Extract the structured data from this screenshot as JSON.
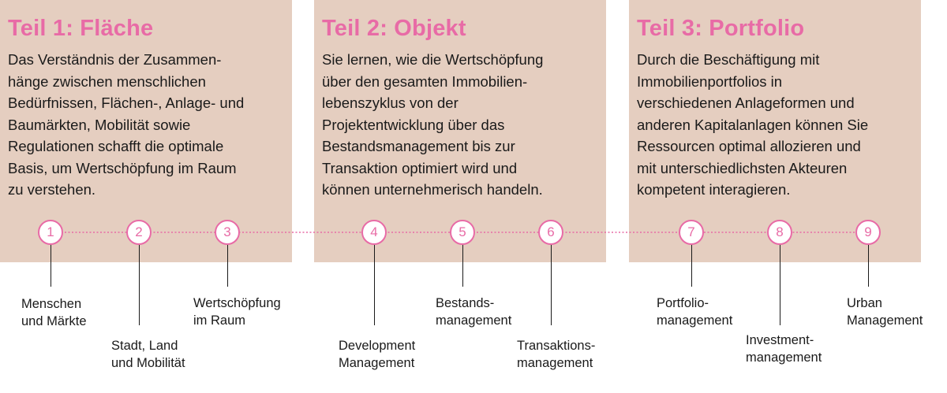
{
  "accent_color": "#e86ba6",
  "panel_color": "#e5cec0",
  "panels": [
    {
      "title": "Teil 1: Fläche",
      "lines": [
        "Das Verständnis der Zusammen-",
        "hänge zwischen menschlichen",
        "Bedürfnissen, Flächen-, Anlage- und",
        "Baumärkten, Mobilität sowie",
        "Regulationen schafft die optimale",
        "Basis, um Wertschöpfung im Raum",
        "zu verstehen."
      ]
    },
    {
      "title": "Teil 2: Objekt",
      "lines": [
        "Sie lernen, wie die Wertschöpfung",
        "über den gesamten Immobilien-",
        "lebenszyklus von der",
        "Projektentwicklung über das",
        "Bestandsmanagement bis zur",
        "Transaktion optimiert wird und",
        "können unternehmerisch handeln."
      ]
    },
    {
      "title": "Teil 3: Portfolio",
      "lines": [
        "Durch die Beschäftigung mit",
        "Immobilienportfolios in",
        "verschiedenen Anlageformen und",
        "anderen Kapitalanlagen können Sie",
        "Ressourcen optimal allozieren und",
        "mit unterschiedlichsten Akteuren",
        "kompetent interagieren."
      ]
    }
  ],
  "steps": [
    {
      "number": "1",
      "label": [
        "Menschen",
        "und Märkte"
      ]
    },
    {
      "number": "2",
      "label": [
        "Stadt, Land",
        "und Mobilität"
      ]
    },
    {
      "number": "3",
      "label": [
        "Wertschöpfung",
        "im Raum"
      ]
    },
    {
      "number": "4",
      "label": [
        "Development",
        "Management"
      ]
    },
    {
      "number": "5",
      "label": [
        "Bestands-",
        "management"
      ]
    },
    {
      "number": "6",
      "label": [
        "Transaktions-",
        "management"
      ]
    },
    {
      "number": "7",
      "label": [
        "Portfolio-",
        "management"
      ]
    },
    {
      "number": "8",
      "label": [
        "Investment-",
        "management"
      ]
    },
    {
      "number": "9",
      "label": [
        "Urban",
        "Management"
      ]
    }
  ]
}
